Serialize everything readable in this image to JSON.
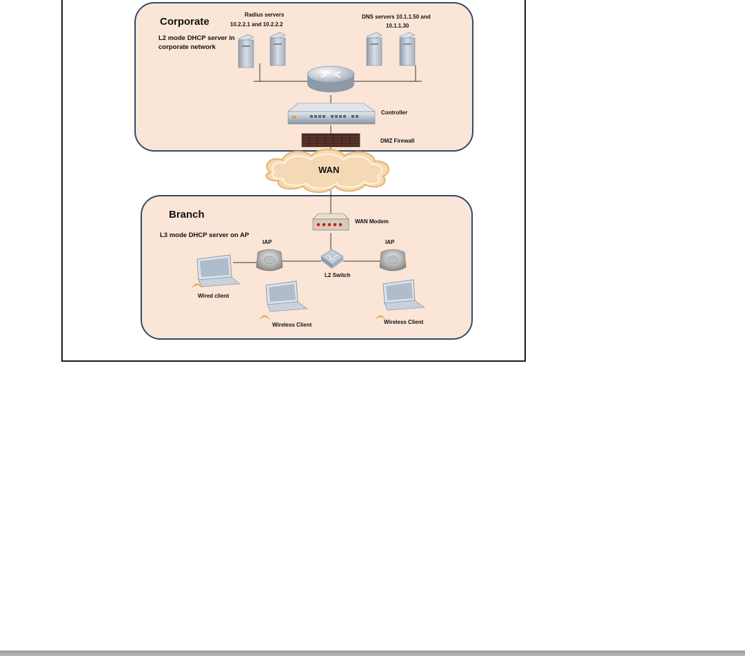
{
  "zones": {
    "corporate": {
      "title": "Corporate",
      "note_line1": "L2 mode DHCP server in",
      "note_line2": "corporate network"
    },
    "branch": {
      "title": "Branch",
      "note": "L3 mode DHCP server  on AP"
    }
  },
  "labels": {
    "radius_line1": "Radius servers",
    "radius_line2": "10.2.2.1 and 10.2.2.2",
    "dns_line1": "DNS  servers 10.1.1.50 and",
    "dns_line2": "10.1.1.30",
    "controller": "Controller",
    "firewall": "DMZ Firewall",
    "wan": "WAN",
    "wan_modem": "WAN Modem",
    "iap_left": "IAP",
    "iap_right": "IAP",
    "l2_switch": "L2 Switch",
    "wired_client": "Wired client",
    "wireless_client_left": "Wireless Client",
    "wireless_client_right": "Wireless Client"
  },
  "colors": {
    "zone_fill": "#fbe5d6",
    "zone_border": "#2f4a6b",
    "cloud_fill": "#f5d9b5",
    "device_gray": "#b5c0cc"
  }
}
